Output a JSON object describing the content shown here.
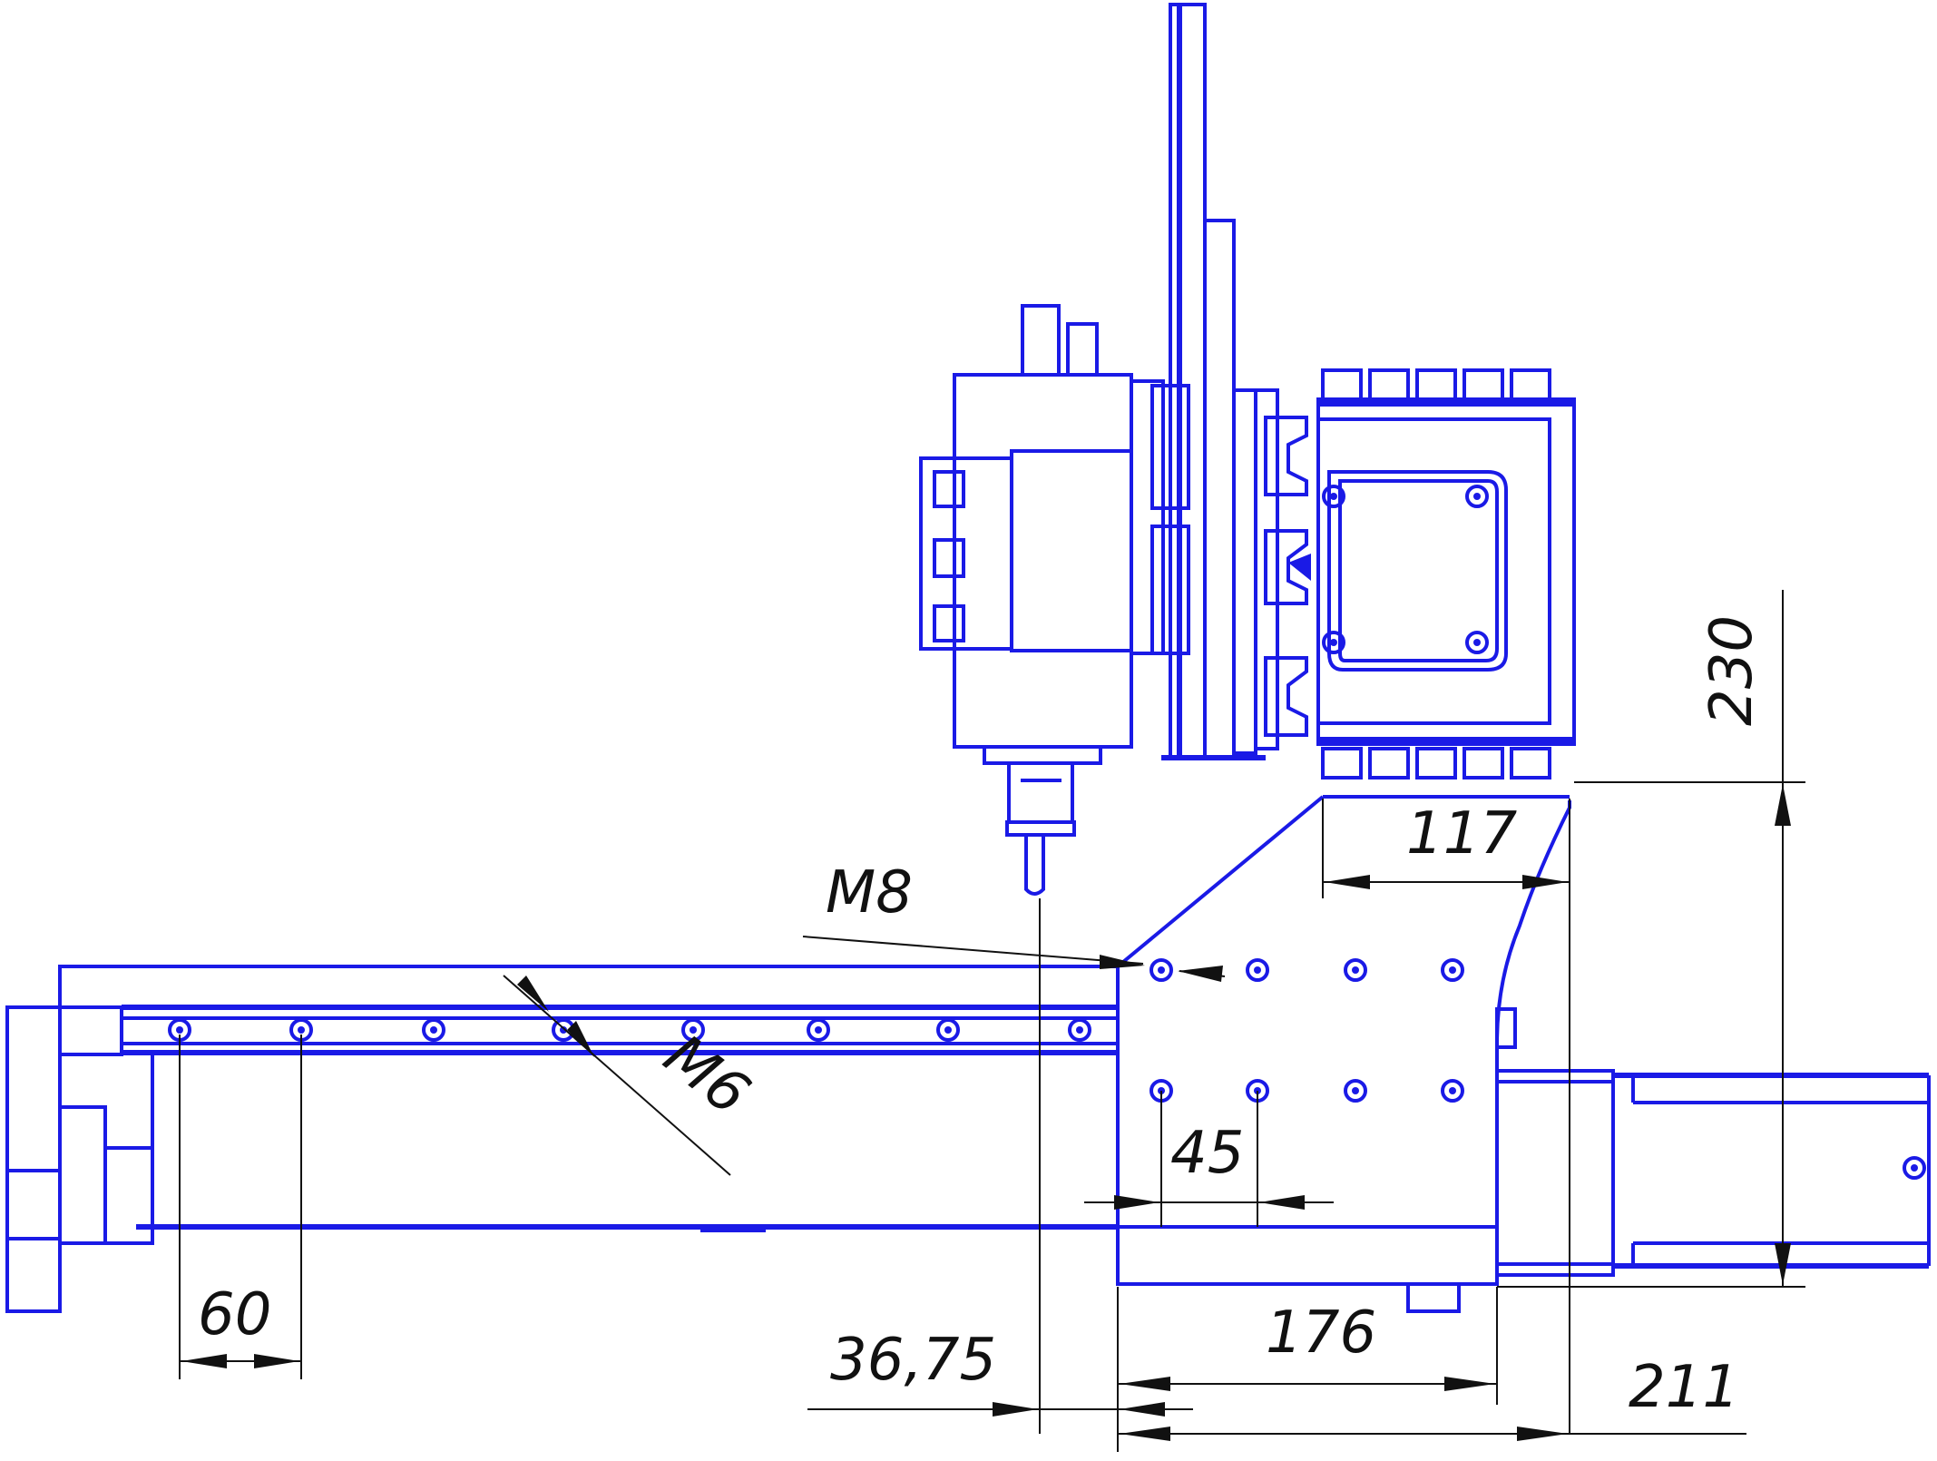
{
  "dimensions": {
    "d230": "230",
    "d117": "117",
    "d45": "45",
    "d60": "60",
    "d36_75": "36,75",
    "d176": "176",
    "d211": "211"
  },
  "thread_labels": {
    "m8": "M8",
    "m6": "M6"
  },
  "colors": {
    "part_lines": "#1a1ae6",
    "dimension_lines": "#111111",
    "background": "#ffffff"
  }
}
